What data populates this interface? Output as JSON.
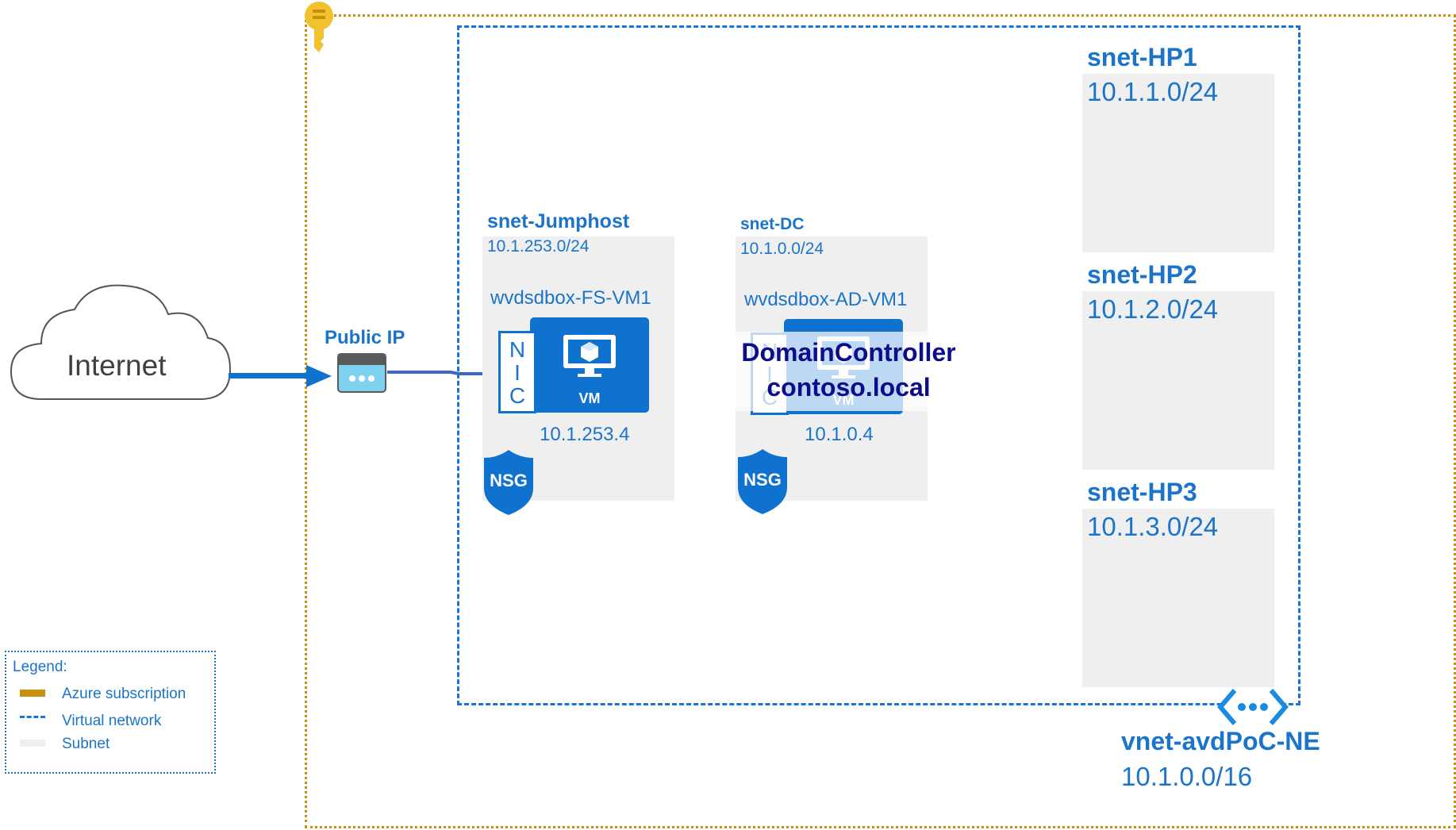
{
  "internet": {
    "label": "Internet"
  },
  "public_ip": {
    "label": "Public IP"
  },
  "vnet": {
    "name": "vnet-avdPoC-NE",
    "cidr": "10.1.0.0/16"
  },
  "subnets": {
    "jumphost": {
      "name": "snet-Jumphost",
      "cidr": "10.1.253.0/24",
      "vm_name": "wvdsdbox-FS-VM1",
      "ip": "10.1.253.4",
      "nic_label": [
        "N",
        "I",
        "C"
      ],
      "vm_label": "VM",
      "nsg_label": "NSG"
    },
    "dc": {
      "name": "snet-DC",
      "cidr": "10.1.0.0/24",
      "vm_name": "wvdsdbox-AD-VM1",
      "ip": "10.1.0.4",
      "nic_label": [
        "N",
        "I",
        "C"
      ],
      "vm_label": "VM",
      "nsg_label": "NSG",
      "overlay_line1": "DomainController",
      "overlay_line2": "contoso.local"
    },
    "hp1": {
      "name": "snet-HP1",
      "cidr": "10.1.1.0/24"
    },
    "hp2": {
      "name": "snet-HP2",
      "cidr": "10.1.2.0/24"
    },
    "hp3": {
      "name": "snet-HP3",
      "cidr": "10.1.3.0/24"
    }
  },
  "legend": {
    "title": "Legend:",
    "items": [
      {
        "label": "Azure subscription",
        "color": "#c8900e"
      },
      {
        "label": "Virtual network",
        "color": "#1a73d8"
      },
      {
        "label": "Subnet",
        "color": "#efefef"
      }
    ]
  },
  "colors": {
    "accent": "#1b74c9",
    "vm_tile": "#0f72cf",
    "subscription": "#c8900e",
    "dc_text": "#0d0d8c"
  }
}
